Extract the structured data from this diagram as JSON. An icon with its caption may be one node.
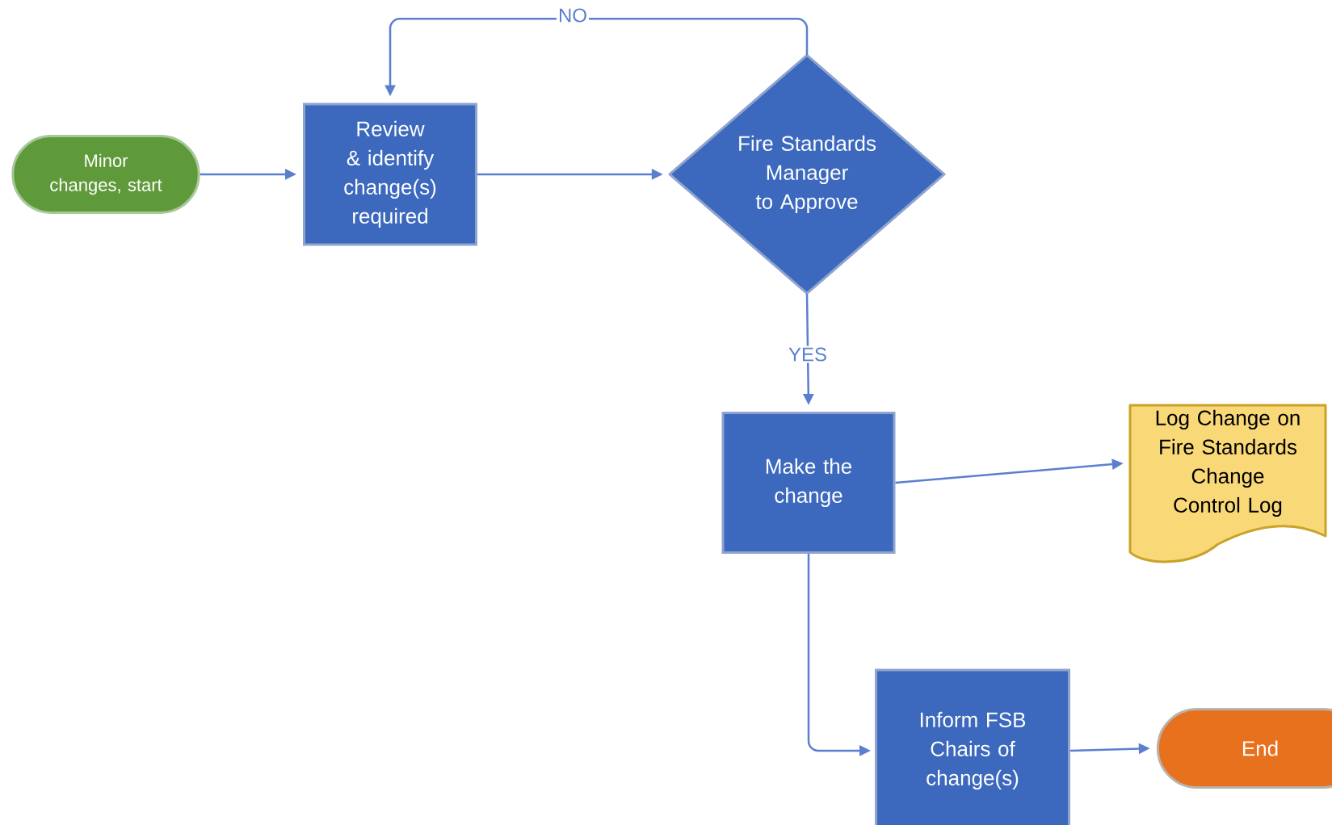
{
  "diagram": {
    "nodes": [
      {
        "text": [
          "Minor changes, start"
        ]
      },
      {
        "text": [
          "Review & identify change(s) required"
        ]
      },
      {
        "text": [
          "Fire Standards Manager to Approve"
        ]
      },
      {
        "text": [
          "Make the change"
        ]
      },
      {
        "text": [
          "Log Change on Fire Standards Change Control Log"
        ]
      },
      {
        "text": [
          "Inform FSB Chairs of change(s)"
        ]
      },
      {
        "text": [
          "End"
        ]
      }
    ],
    "edges": [
      {
        "from": 0,
        "to": 1,
        "arrow": "to"
      },
      {
        "from": 1,
        "to": 2,
        "arrow": "to"
      },
      {
        "from": 2,
        "to": 1,
        "arrow": "to",
        "label": "NO"
      },
      {
        "from": 2,
        "to": 3,
        "arrow": "to",
        "label": "YES"
      },
      {
        "from": 3,
        "to": 4,
        "arrow": "to"
      },
      {
        "from": 3,
        "to": 5,
        "arrow": "to"
      },
      {
        "from": 5,
        "to": 6,
        "arrow": "to"
      }
    ]
  }
}
